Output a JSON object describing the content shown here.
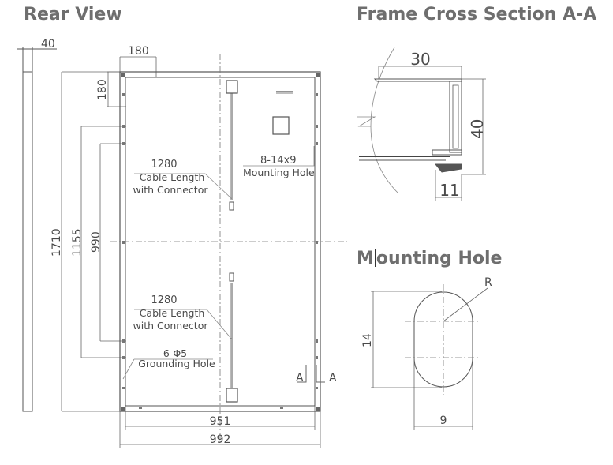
{
  "titles": {
    "rear_view": "Rear View",
    "cross_section": "Frame Cross Section A-A",
    "mounting_hole_first": "M",
    "mounting_hole_rest": "ounting Hole"
  },
  "rear_view": {
    "frame_depth": "40",
    "hole_offset_x": "180",
    "hole_offset_y": "180",
    "total_height": "1710",
    "hole_span_outer": "1155",
    "hole_span_inner": "990",
    "inner_width": "951",
    "outer_width": "992",
    "cable_upper_length": "1280",
    "cable_upper_label1": "Cable Length",
    "cable_upper_label2": "with Connector",
    "mounting_hole_size": "8-14x9",
    "mounting_hole_label": "Mounting Hole",
    "cable_lower_length": "1280",
    "cable_lower_label1": "Cable Length",
    "cable_lower_label2": "with Connector",
    "grounding_count": "6-Φ5",
    "grounding_label": "Grounding Hole",
    "section_left": "A",
    "section_right": "A"
  },
  "cross_section": {
    "width": "30",
    "height": "40",
    "flange": "11"
  },
  "mounting_hole": {
    "radius": "R",
    "height": "14",
    "width": "9"
  }
}
